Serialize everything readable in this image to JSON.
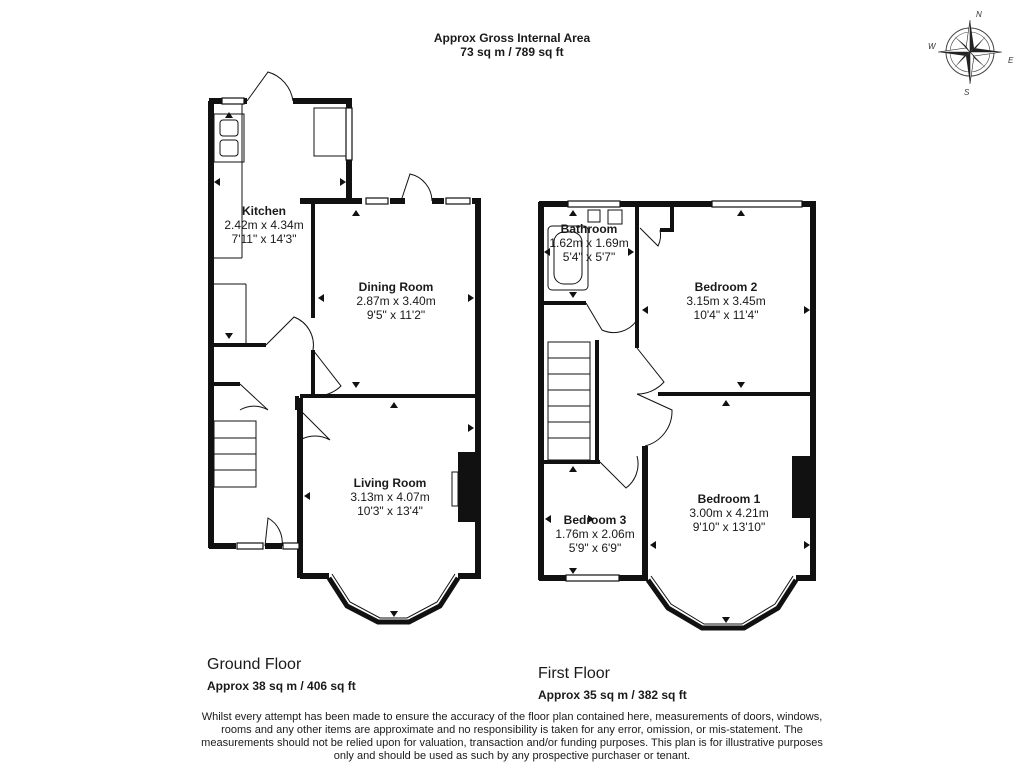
{
  "header": {
    "title": "Approx Gross Internal Area",
    "area": "73 sq m / 789 sq ft"
  },
  "compass": {
    "n": "N",
    "s": "S",
    "e": "E",
    "w": "W"
  },
  "ground_floor": {
    "name": "Ground Floor",
    "area": "Approx 38 sq m / 406 sq ft",
    "rooms": {
      "kitchen": {
        "name": "Kitchen",
        "metric": "2.42m x 4.34m",
        "imperial": "7'11\" x 14'3\""
      },
      "dining": {
        "name": "Dining Room",
        "metric": "2.87m x 3.40m",
        "imperial": "9'5\" x 11'2\""
      },
      "living": {
        "name": "Living Room",
        "metric": "3.13m x 4.07m",
        "imperial": "10'3\" x 13'4\""
      }
    }
  },
  "first_floor": {
    "name": "First Floor",
    "area": "Approx 35 sq m / 382 sq ft",
    "rooms": {
      "bathroom": {
        "name": "Bathroom",
        "metric": "1.62m x 1.69m",
        "imperial": "5'4\" x 5'7\""
      },
      "bedroom2": {
        "name": "Bedroom 2",
        "metric": "3.15m x 3.45m",
        "imperial": "10'4\" x 11'4\""
      },
      "bedroom3": {
        "name": "Bedroom 3",
        "metric": "1.76m x 2.06m",
        "imperial": "5'9\" x 6'9\""
      },
      "bedroom1": {
        "name": "Bedroom 1",
        "metric": "3.00m x 4.21m",
        "imperial": "9'10\" x 13'10\""
      }
    }
  },
  "disclaimer": "Whilst every attempt has been made to ensure the accuracy of the floor plan contained here, measurements of doors, windows, rooms and any other items are approximate and no responsibility is taken for any error, omission, or mis-statement. The measurements should not be relied upon for valuation, transaction and/or funding purposes. This plan is for illustrative purposes only and should be used as such by any prospective purchaser or tenant."
}
